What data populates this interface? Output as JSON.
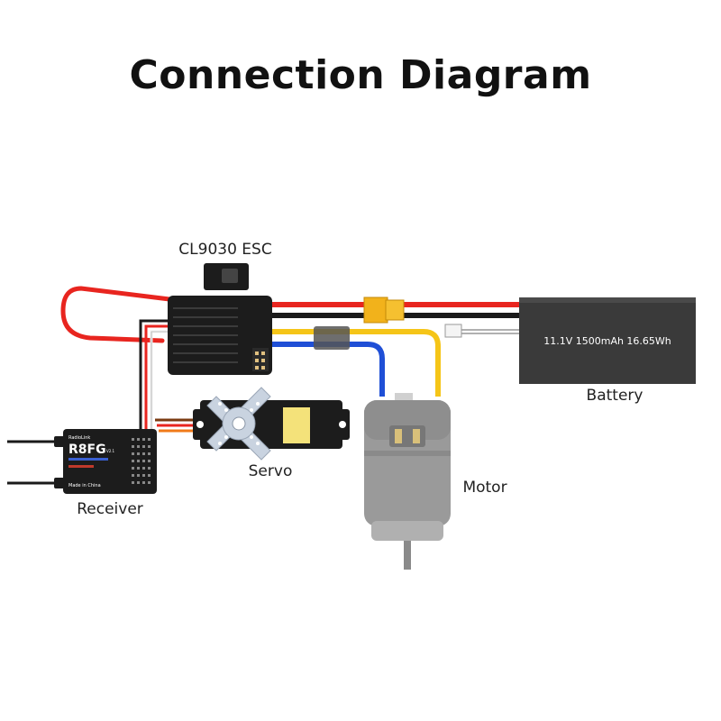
{
  "title": "Connection Diagram",
  "labels": {
    "esc": "CL9030 ESC",
    "battery": "Battery",
    "battery_spec": "11.1V  1500mAh  16.65Wh",
    "servo": "Servo",
    "motor": "Motor",
    "receiver": "Receiver",
    "receiver_brand": "RadioLink",
    "receiver_model": "R8FG",
    "receiver_version": "V2.1",
    "receiver_made": "Made in China"
  },
  "colors": {
    "wire_red": "#e8251f",
    "wire_black": "#1a1a1a",
    "wire_yellow": "#f5c518",
    "wire_blue": "#1f4fd6",
    "wire_orange": "#f07a1a",
    "esc_body": "#1c1c1c",
    "battery_body": "#3a3a3a",
    "connector_xt60": "#f2b21b",
    "motor_body": "#9a9a9a"
  }
}
